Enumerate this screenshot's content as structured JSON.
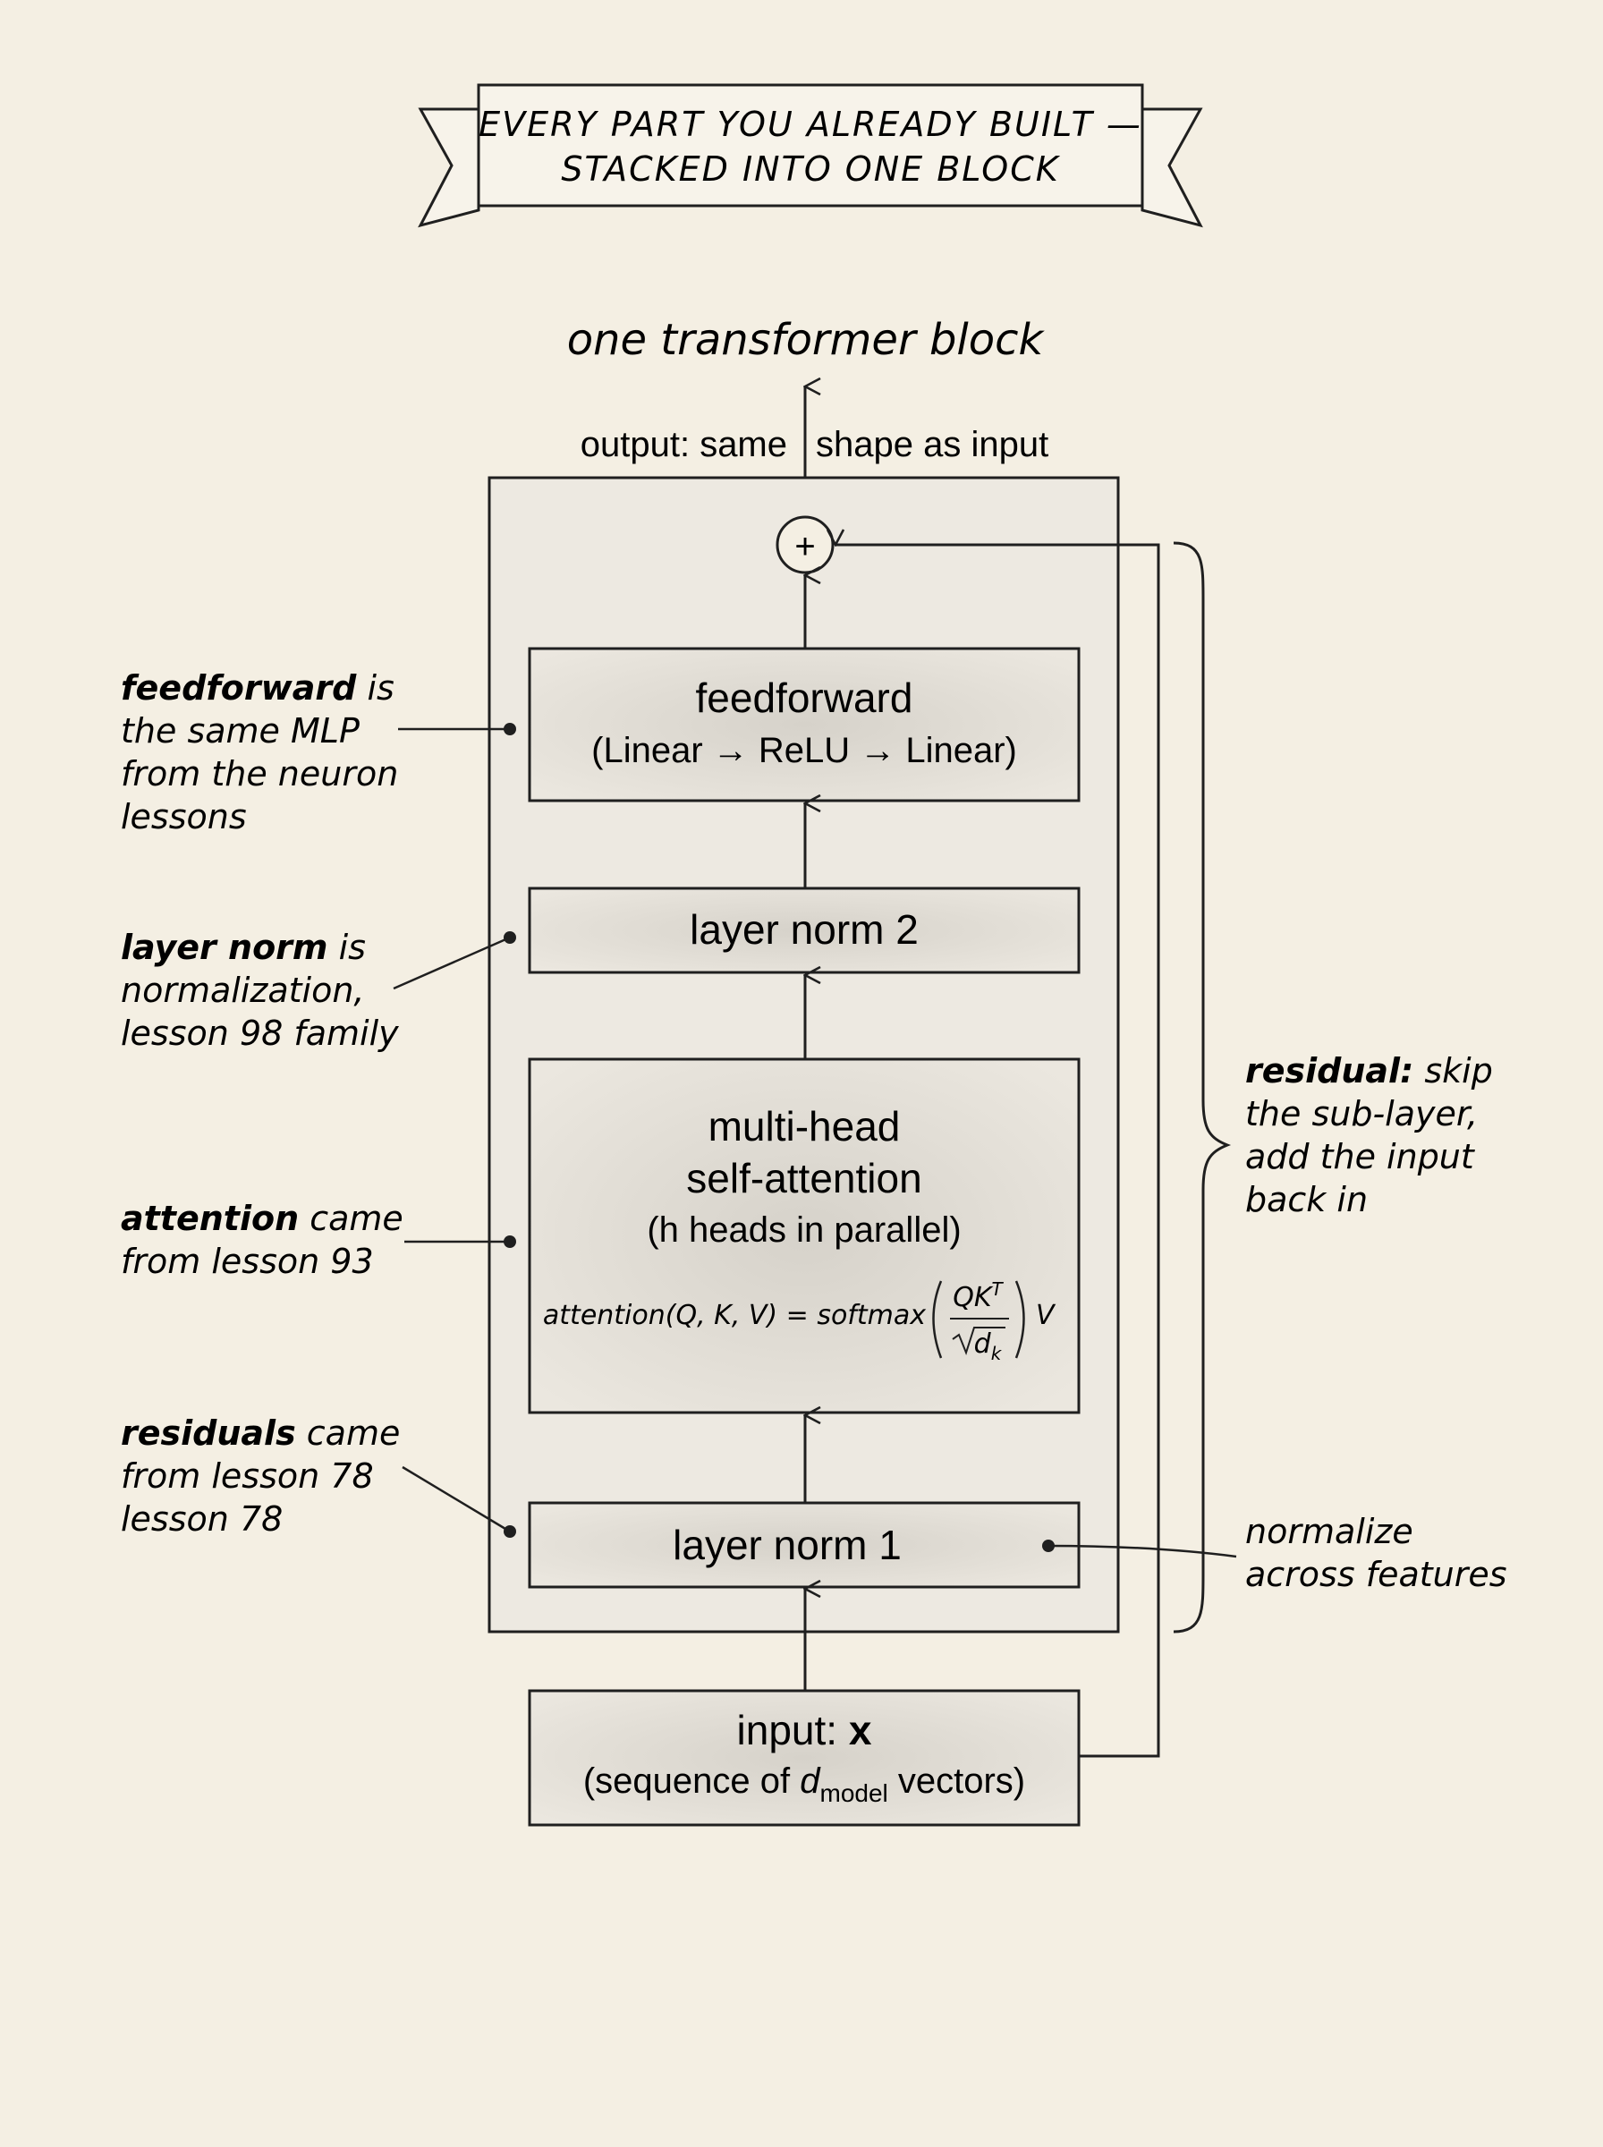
{
  "banner": {
    "line1": "EVERY PART YOU ALREADY BUILT —",
    "line2": "STACKED INTO ONE BLOCK"
  },
  "title": "one transformer block",
  "output_label_left": "output: same",
  "output_label_right": "shape as input",
  "add_symbol": "+",
  "blocks": {
    "feedforward": {
      "title": "feedforward",
      "subtitle": "(Linear → ReLU → Linear)"
    },
    "layer_norm_2": {
      "title": "layer norm 2"
    },
    "attention": {
      "line1": "multi-head",
      "line2": "self-attention",
      "line3": "(h heads in parallel)",
      "formula_lhs": "attention(Q, K, V) = softmax",
      "formula_num": "QK",
      "formula_num_sup": "T",
      "formula_den": "d",
      "formula_den_sub": "k",
      "formula_rhs": "V"
    },
    "layer_norm_1": {
      "title": "layer norm 1"
    },
    "input": {
      "title_prefix": "input: ",
      "title_var": "x",
      "subtitle_prefix": "(sequence of ",
      "subtitle_var": "d",
      "subtitle_sub": "model",
      "subtitle_suffix": " vectors)"
    }
  },
  "annotations": {
    "feedforward": {
      "bold": "feedforward",
      "rest": " is",
      "lines": [
        "the same MLP",
        "from the neuron",
        "lessons"
      ]
    },
    "layer_norm": {
      "bold": "layer norm",
      "rest": " is",
      "lines": [
        "normalization,",
        "lesson 98 family"
      ]
    },
    "attention": {
      "bold": "attention",
      "rest": " came",
      "lines": [
        "from lesson 93"
      ]
    },
    "residuals": {
      "bold": "residuals",
      "rest": " came",
      "lines": [
        "from lesson 78",
        "lesson 78"
      ]
    },
    "residual_right": {
      "bold": "residual:",
      "rest": " skip",
      "lines": [
        "the sub-layer,",
        "add the input",
        "back in"
      ]
    },
    "normalize": {
      "lines": [
        "normalize",
        "across features"
      ]
    }
  },
  "colors": {
    "background": "#f4efe3",
    "box_fill": "#e4e0d8",
    "stroke": "#1f1f1f"
  }
}
